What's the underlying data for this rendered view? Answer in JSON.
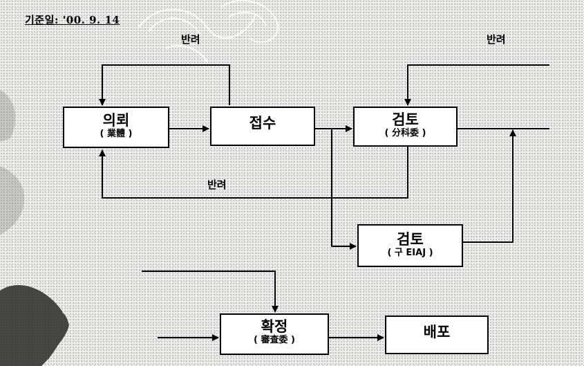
{
  "header": {
    "date": "기준일: '00. 9. 14"
  },
  "nodes": {
    "request": {
      "title": "의뢰",
      "sub": "( 業體 )"
    },
    "receipt": {
      "title": "접수",
      "sub": ""
    },
    "review1": {
      "title": "검토",
      "sub": "( 分科委 )"
    },
    "review2": {
      "title": "검토",
      "sub": "( 구 EIAJ )"
    },
    "confirm": {
      "title": "확정",
      "sub": "( 審査委 )"
    },
    "distribute": {
      "title": "배포",
      "sub": ""
    }
  },
  "labels": {
    "return_top": "반려",
    "return_right": "반려",
    "return_mid": "반려"
  }
}
